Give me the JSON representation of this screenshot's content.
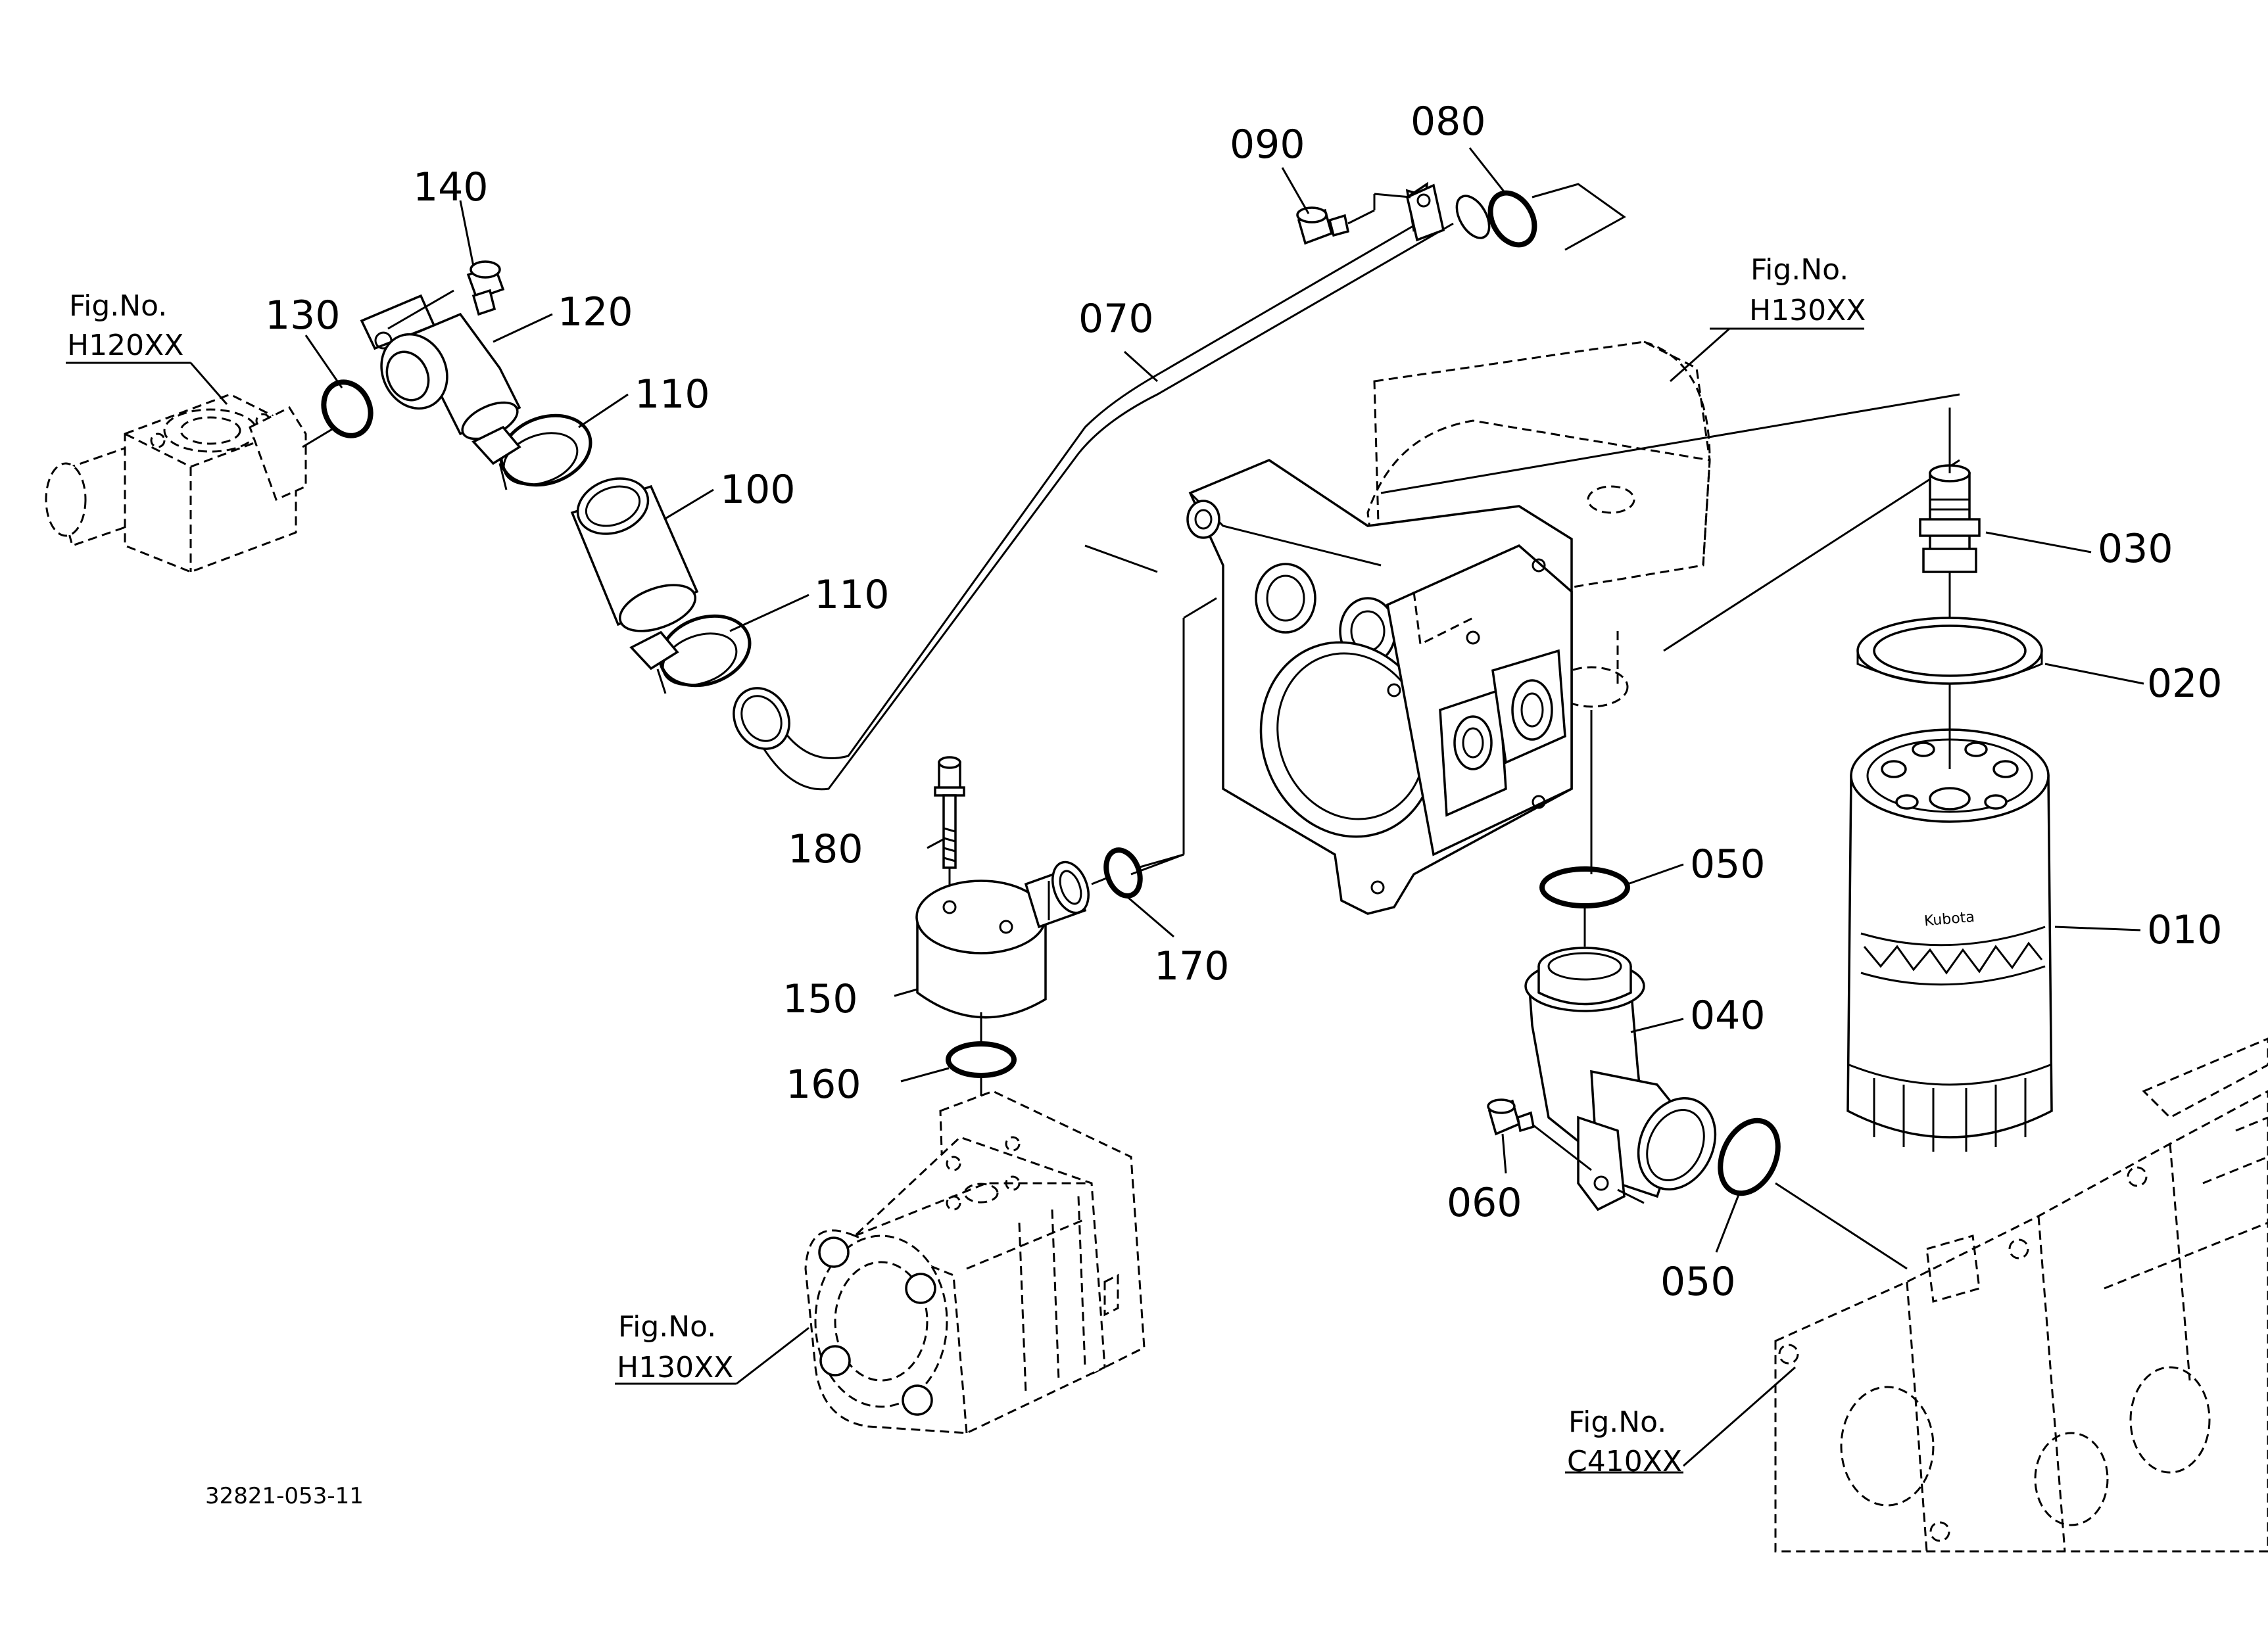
{
  "callouts": {
    "p010": "010",
    "p020": "020",
    "p030": "030",
    "p040": "040",
    "p050a": "050",
    "p050b": "050",
    "p060": "060",
    "p070": "070",
    "p080": "080",
    "p090": "090",
    "p100": "100",
    "p110a": "110",
    "p110b": "110",
    "p120": "120",
    "p130": "130",
    "p140": "140",
    "p150": "150",
    "p160": "160",
    "p170": "170",
    "p180": "180"
  },
  "figure_refs": {
    "h120": {
      "title": "Fig.No.",
      "code": "H120XX"
    },
    "h130_top": {
      "title": "Fig.No.",
      "code": "H130XX"
    },
    "h130_pump": {
      "title": "Fig.No.",
      "code": "H130XX"
    },
    "c410": {
      "title": "Fig.No.",
      "code": "C410XX"
    }
  },
  "filter_brand": "Kubota",
  "drawing_number": "32821-053-11",
  "colors": {
    "line": "#000000",
    "background": "#ffffff"
  }
}
